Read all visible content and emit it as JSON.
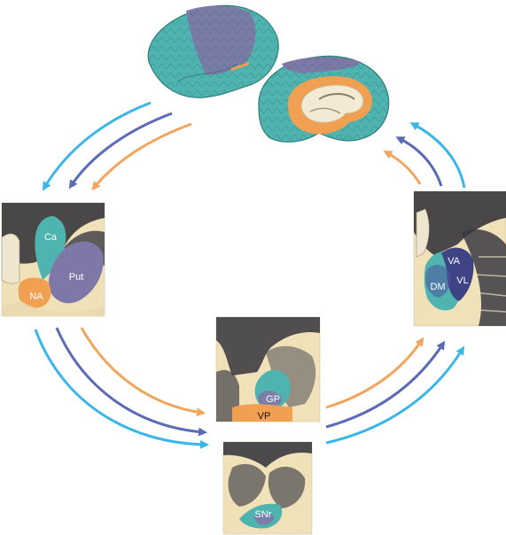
{
  "colors": {
    "cyan": "#3bb6e8",
    "navy": "#5b6bb5",
    "orange": "#f2a55c",
    "teal_region": "#4fb3b0",
    "purple_region": "#7d78a8",
    "orange_region": "#f0a050",
    "tissue": "#f0e1b9",
    "dark_tissue": "#2b2b33"
  },
  "labels": {
    "caudate": "Ca",
    "putamen": "Put",
    "nucleus_accumbens": "NA",
    "globus_pallidus": "GP",
    "ventral_pallidum": "VP",
    "substantia_nigra": "SNr",
    "ventral_anterior": "VA",
    "ventral_lateral": "VL",
    "dorsomedial": "DM"
  },
  "arrow_colors": [
    "cyan",
    "navy",
    "orange"
  ]
}
